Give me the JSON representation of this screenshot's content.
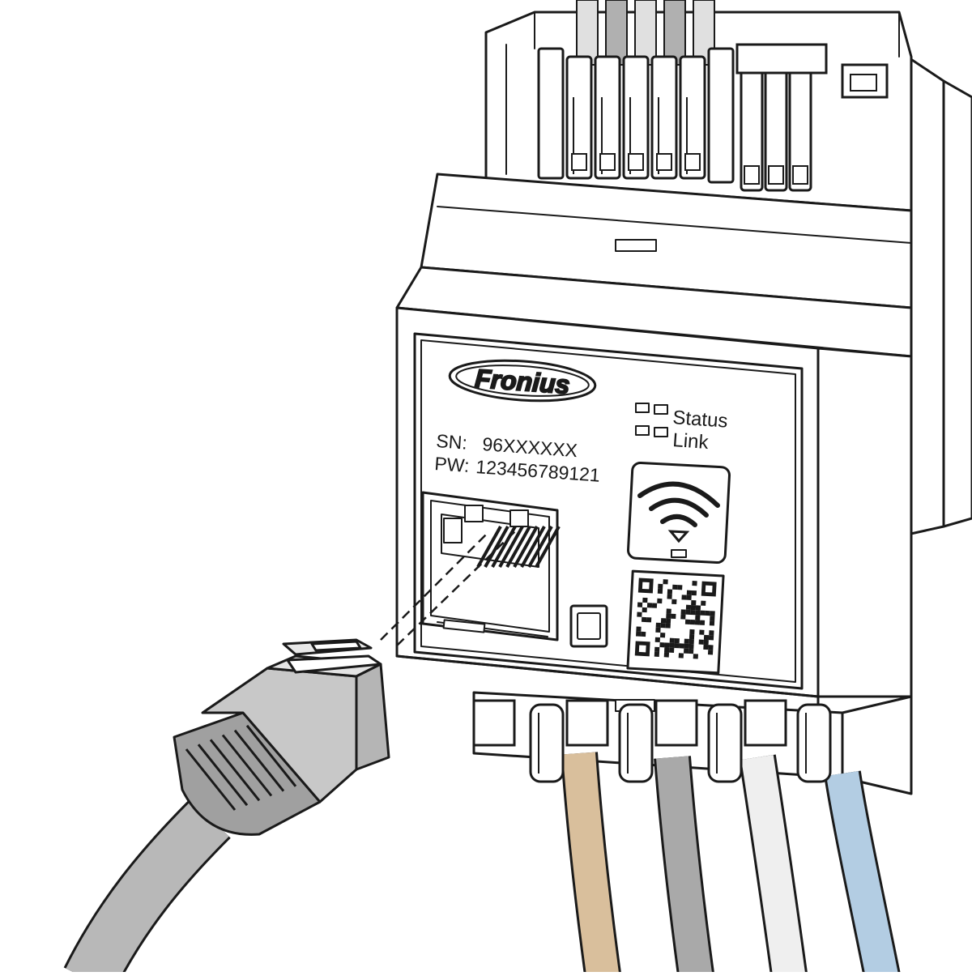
{
  "device": {
    "brand": "Fronius",
    "serial_label": "SN:",
    "serial_value": "96XXXXXX",
    "password_label": "PW:",
    "password_value": "123456789121",
    "led_status_label": "Status",
    "led_link_label": "Link",
    "wifi_icon": "wifi-icon",
    "qr_icon": "qr-code-icon"
  },
  "cable": {
    "type": "RJ45 Ethernet cable",
    "color": "#b8b8b8"
  },
  "wires": [
    {
      "color": "#d9bf9c"
    },
    {
      "color": "#a9a9a9"
    },
    {
      "color": "#efefef"
    },
    {
      "color": "#b3cde3"
    }
  ],
  "colors": {
    "outline": "#1a1a1a",
    "housing": "#ffffff",
    "plug_gray": "#9e9e9e",
    "connector_gray": "#c8c8c8"
  }
}
